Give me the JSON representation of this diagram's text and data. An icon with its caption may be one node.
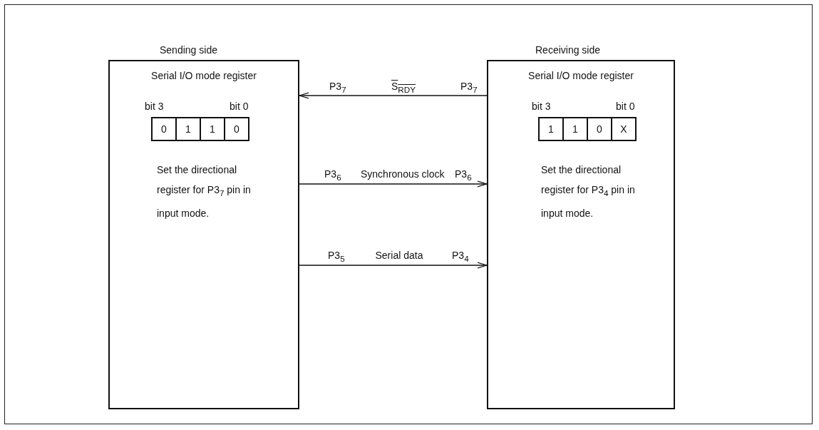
{
  "diagram": {
    "nodes": [
      {
        "text": [
          "Sending side",
          "Serial I/O mode register",
          "Set the directional register for P3$_{7}$ pin in input mode."
        ]
      },
      {
        "text": [
          "0"
        ],
        "in": 0
      },
      {
        "text": [
          "1"
        ],
        "in": 0
      },
      {
        "text": [
          "1"
        ],
        "in": 0
      },
      {
        "text": [
          "0"
        ],
        "in": 0
      },
      {
        "text": [
          "Receiving side",
          "Serial I/O mode register",
          "Set the directional register for P3$_{4}$ pin in input mode."
        ]
      },
      {
        "text": [
          "1"
        ],
        "in": 5
      },
      {
        "text": [
          "1"
        ],
        "in": 5
      },
      {
        "text": [
          "0"
        ],
        "in": 5
      },
      {
        "text": [
          "X"
        ],
        "in": 5
      }
    ],
    "edges": [
      {
        "from": 5,
        "to": 0,
        "arrow": "to",
        "label": "S$_{RDY}$"
      },
      {
        "from": 0,
        "to": 5,
        "arrow": "to",
        "label": "Synchronous clock"
      },
      {
        "from": 0,
        "to": 5,
        "arrow": "to",
        "label": "Serial data"
      }
    ],
    "labels": [
      "bit 3",
      "bit 0",
      "bit 3",
      "bit 0",
      "P3$_{7}$",
      "P3$_{7}$",
      "P3$_{6}$",
      "P3$_{6}$",
      "P3$_{5}$",
      "P3$_{4}$"
    ]
  }
}
